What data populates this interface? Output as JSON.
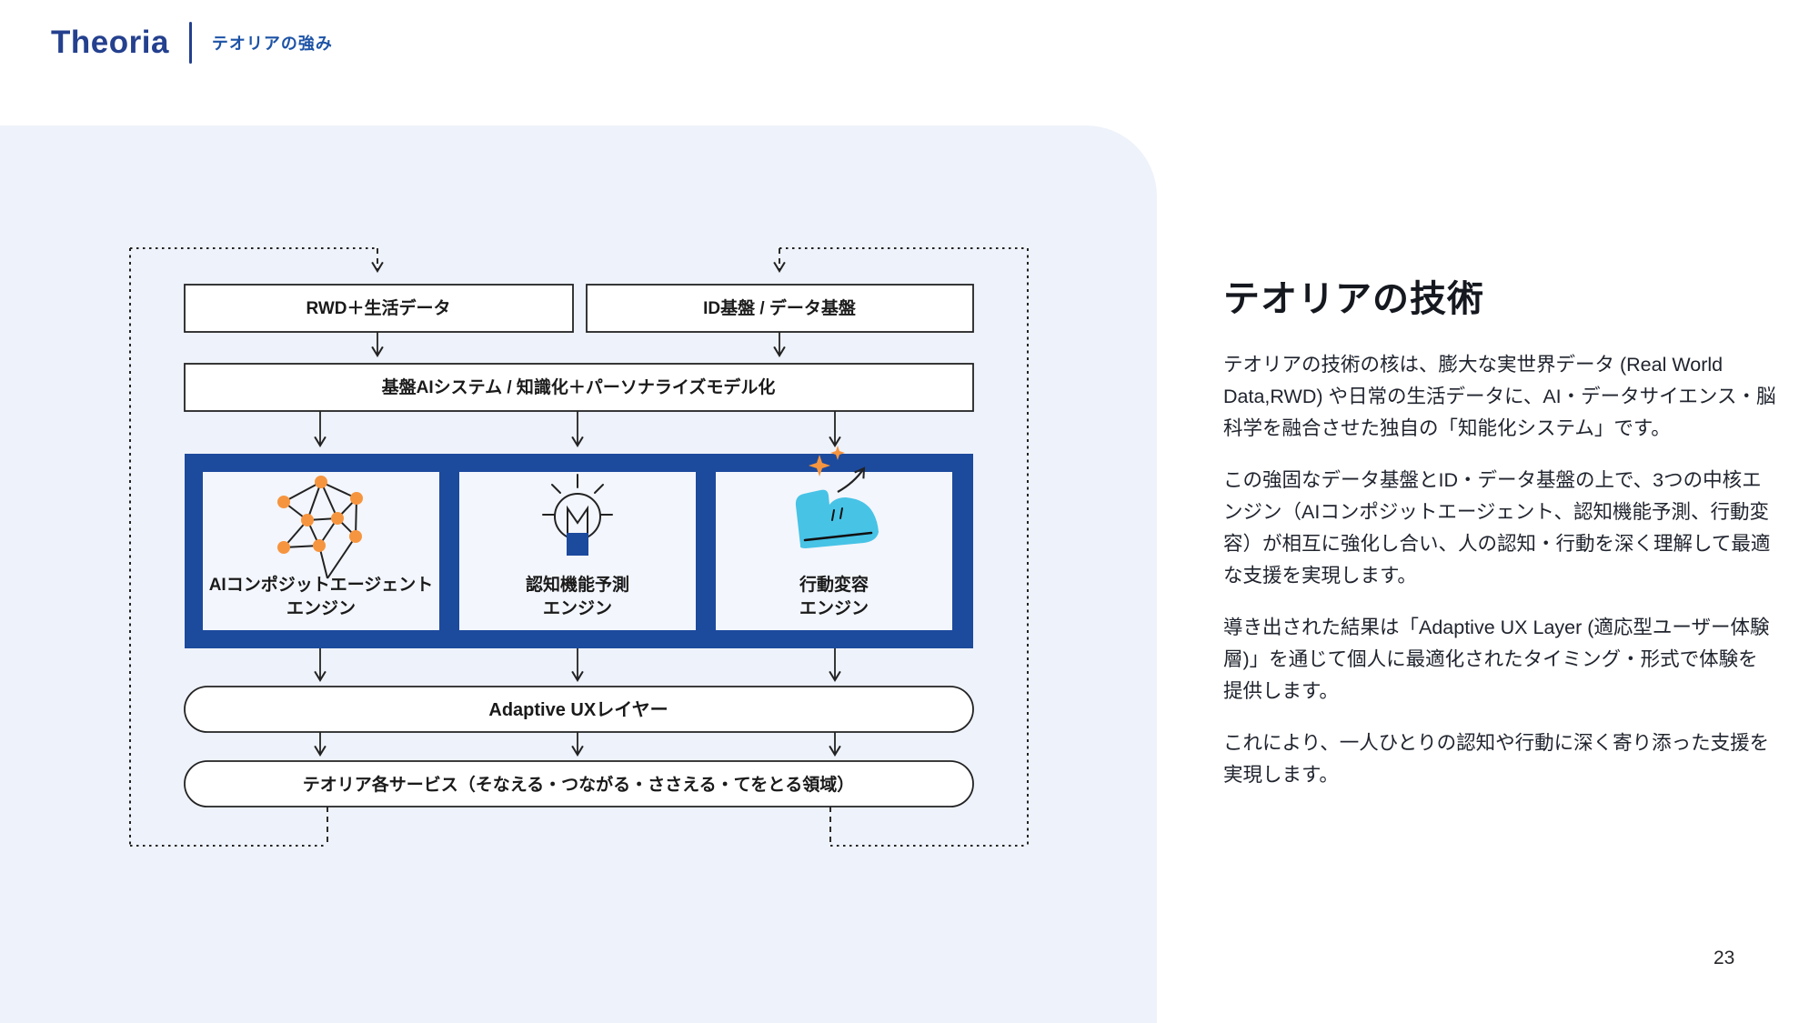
{
  "header": {
    "logo_text": "Theoria",
    "tagline": "テオリアの強み"
  },
  "diagram": {
    "top_boxes": [
      {
        "label": "RWD＋生活データ"
      },
      {
        "label": "ID基盤 / データ基盤"
      }
    ],
    "foundation_label": "基盤AIシステム / 知識化＋パーソナライズモデル化",
    "engines": [
      {
        "icon": "network-graph-icon",
        "line1": "AIコンポジットエージェント",
        "line2": "エンジン"
      },
      {
        "icon": "lightbulb-icon",
        "line1": "認知機能予測",
        "line2": "エンジン"
      },
      {
        "icon": "sneaker-step-icon",
        "line1": "行動変容",
        "line2": "エンジン"
      }
    ],
    "ux_layer_label": "Adaptive UXレイヤー",
    "services_label": "テオリア各サービス（そなえる・つながる・ささえる・てをとる領域）",
    "colors": {
      "frame_blue": "#1c4a9d",
      "panel_bg": "#eef2fa",
      "engine_box_bg": "#f3f6fc",
      "node_orange": "#f6953f",
      "shoe_blue": "#47c3e6",
      "line_dark": "#222222"
    }
  },
  "content": {
    "title": "テオリアの技術",
    "paragraphs": [
      "テオリアの技術の核は、膨大な実世界データ (Real World Data,RWD) や日常の生活データに、AI・データサイエンス・脳科学を融合させた独自の「知能化システム」です。",
      "この強固なデータ基盤とID・データ基盤の上で、3つの中核エンジン（AIコンポジットエージェント、認知機能予測、行動変容）が相互に強化し合い、人の認知・行動を深く理解して最適な支援を実現します。",
      "導き出された結果は「Adaptive UX Layer (適応型ユーザー体験層)」を通じて個人に最適化されたタイミング・形式で体験を提供します。",
      "これにより、一人ひとりの認知や行動に深く寄り添った支援を実現します。"
    ]
  },
  "page_number": "23"
}
